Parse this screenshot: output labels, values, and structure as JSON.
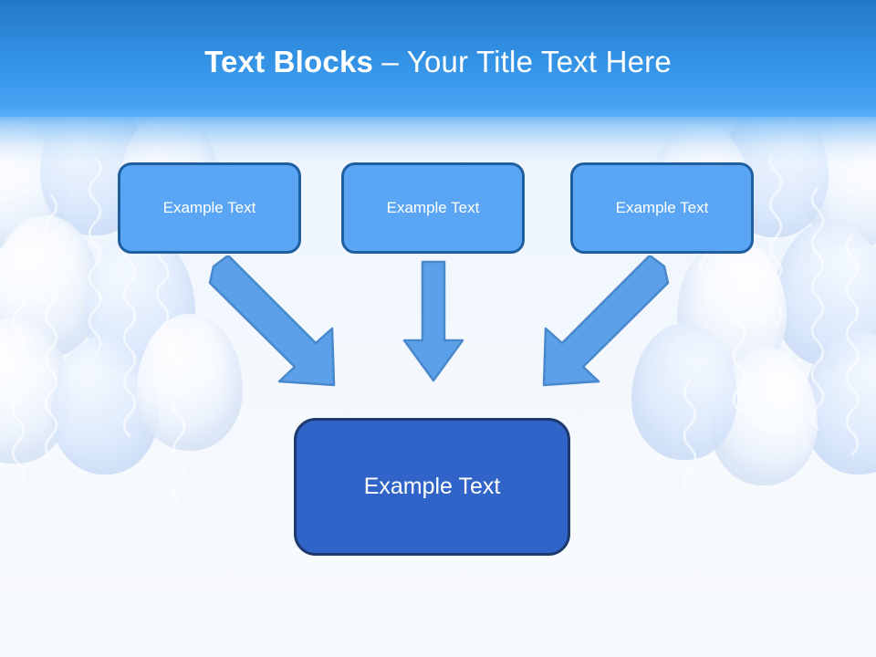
{
  "slide": {
    "title": {
      "bold_part": "Text Blocks",
      "separator": " – ",
      "rest": "Your Title Text Here",
      "full": "Text Blocks – Your Title Text Here"
    },
    "background": {
      "theme": "balloons",
      "band_color_top": "#2377c7",
      "band_color_bottom": "#5aaef5",
      "page_color": "#f4f8fd"
    }
  },
  "diagram": {
    "type": "converging-flow",
    "top_nodes": [
      {
        "label": "Example Text",
        "fill": "#5ba5f5",
        "border": "#1f5fa0"
      },
      {
        "label": "Example Text",
        "fill": "#5ba5f5",
        "border": "#1f5fa0"
      },
      {
        "label": "Example Text",
        "fill": "#5ba5f5",
        "border": "#1f5fa0"
      }
    ],
    "bottom_node": {
      "label": "Example Text",
      "fill": "#3064c8",
      "border": "#1d3a6e"
    },
    "connectors": [
      {
        "name": "arrow-left-diagonal",
        "direction": "down-right",
        "fill": "#5ba0e8",
        "stroke": "#4a88cc"
      },
      {
        "name": "arrow-center-vertical",
        "direction": "down",
        "fill": "#5ba0e8",
        "stroke": "#4a88cc"
      },
      {
        "name": "arrow-right-diagonal",
        "direction": "down-left",
        "fill": "#5ba0e8",
        "stroke": "#4a88cc"
      }
    ]
  }
}
